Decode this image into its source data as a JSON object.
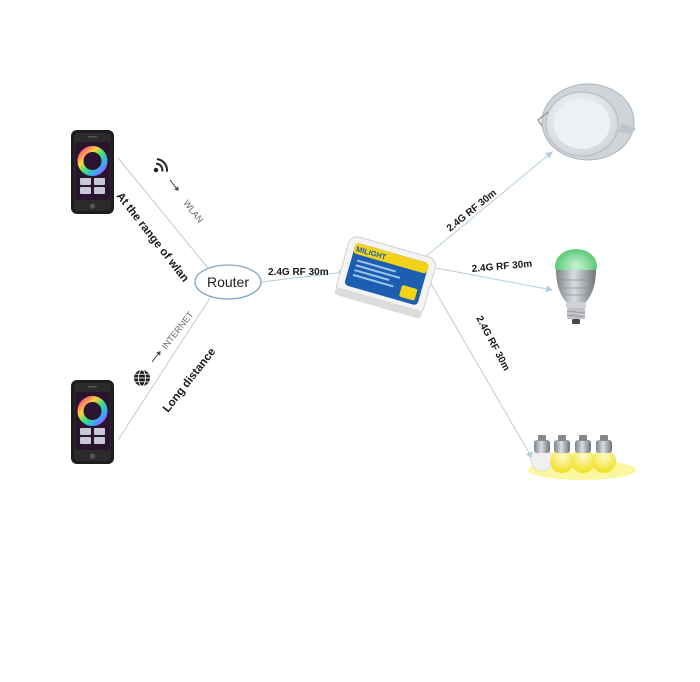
{
  "router": {
    "label": "Router"
  },
  "links": {
    "wlan_path": "At the range of wlan",
    "internet_path": "Long distance",
    "wlan_tag": "WLAN",
    "internet_tag": "INTERNET",
    "router_to_controller": "2.4G RF 30m",
    "controller_to_downlight": "2.4G RF 30m",
    "controller_to_bulb": "2.4G RF 30m",
    "controller_to_bulbs": "2.4G RF 30m"
  },
  "controller": {
    "brand": "MILIGHT"
  },
  "icons": [
    "smartphone-icon",
    "wifi-icon",
    "globe-icon",
    "router-icon",
    "rf-controller-icon",
    "downlight-icon",
    "led-bulb-icon",
    "bulb-group-icon"
  ],
  "colors": {
    "connector": "#b5cddf",
    "controller_blue": "#1c5fb0",
    "controller_yellow": "#f3d21a",
    "bulb_green": "#6fd88a",
    "bulb_yellow": "#f5e63a"
  }
}
